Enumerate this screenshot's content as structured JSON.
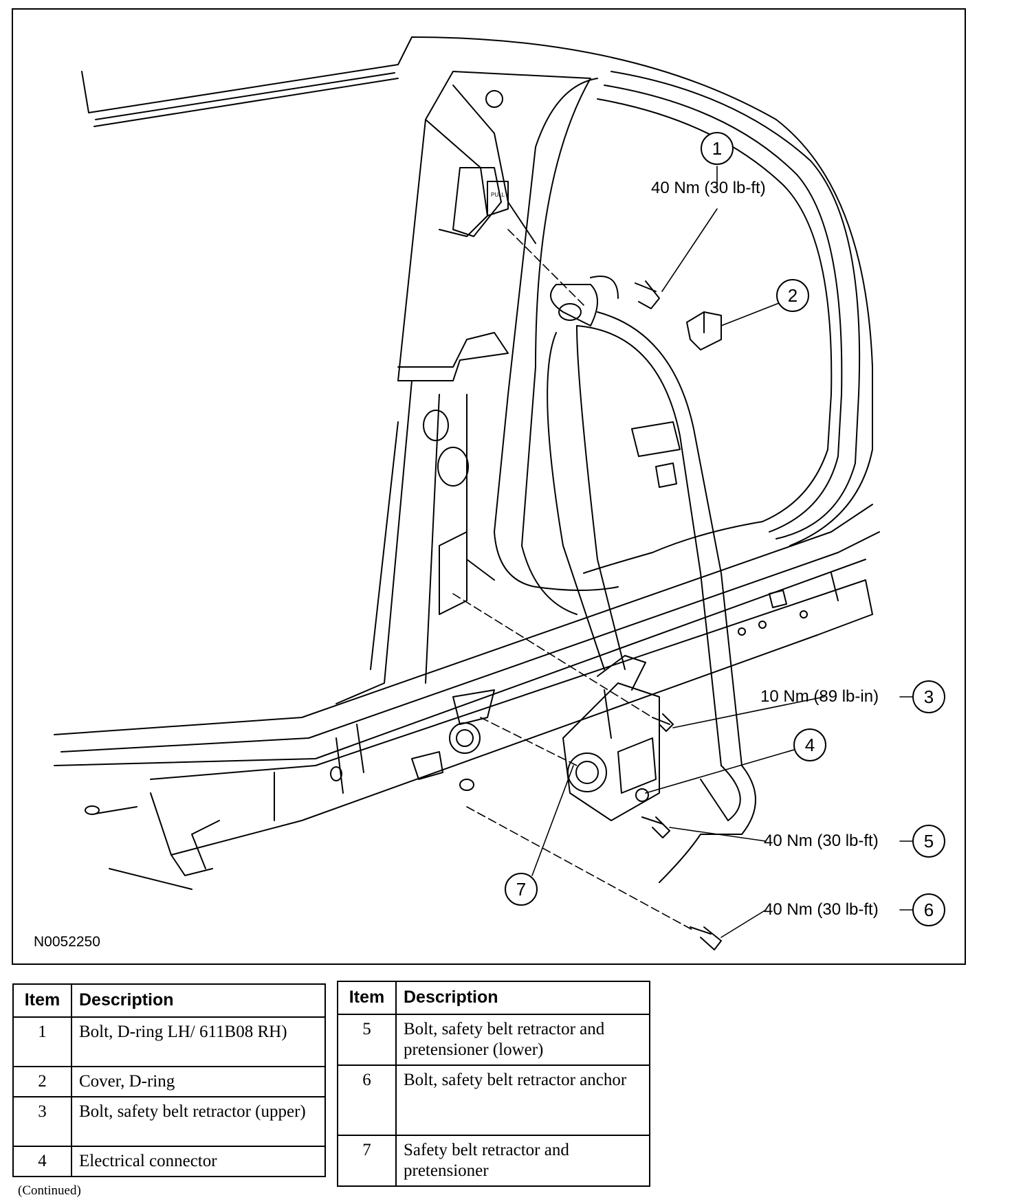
{
  "figure": {
    "id": "N0052250",
    "callouts": [
      {
        "num": "1",
        "torque": "40 Nm (30 lb-ft)"
      },
      {
        "num": "2",
        "torque": ""
      },
      {
        "num": "3",
        "torque": "10 Nm (89 lb-in)"
      },
      {
        "num": "4",
        "torque": ""
      },
      {
        "num": "5",
        "torque": "40 Nm (30 lb-ft)"
      },
      {
        "num": "6",
        "torque": "40 Nm (30 lb-ft)"
      },
      {
        "num": "7",
        "torque": ""
      }
    ],
    "label_pull": "PULL"
  },
  "tables": [
    {
      "headers": {
        "item": "Item",
        "description": "Description"
      },
      "rows": [
        {
          "item": "1",
          "description": "Bolt, D-ring LH/ 611B08 RH)"
        },
        {
          "item": "2",
          "description": "Cover, D-ring"
        },
        {
          "item": "3",
          "description": "Bolt, safety belt retractor (upper)"
        },
        {
          "item": "4",
          "description": "Electrical connector"
        }
      ]
    },
    {
      "headers": {
        "item": "Item",
        "description": "Description"
      },
      "rows": [
        {
          "item": "5",
          "description": "Bolt, safety belt retractor and pretensioner (lower)"
        },
        {
          "item": "6",
          "description": "Bolt, safety belt retractor anchor"
        },
        {
          "item": "7",
          "description": "Safety belt retractor and pretensioner"
        }
      ]
    }
  ],
  "footer": {
    "continued": "(Continued)"
  }
}
